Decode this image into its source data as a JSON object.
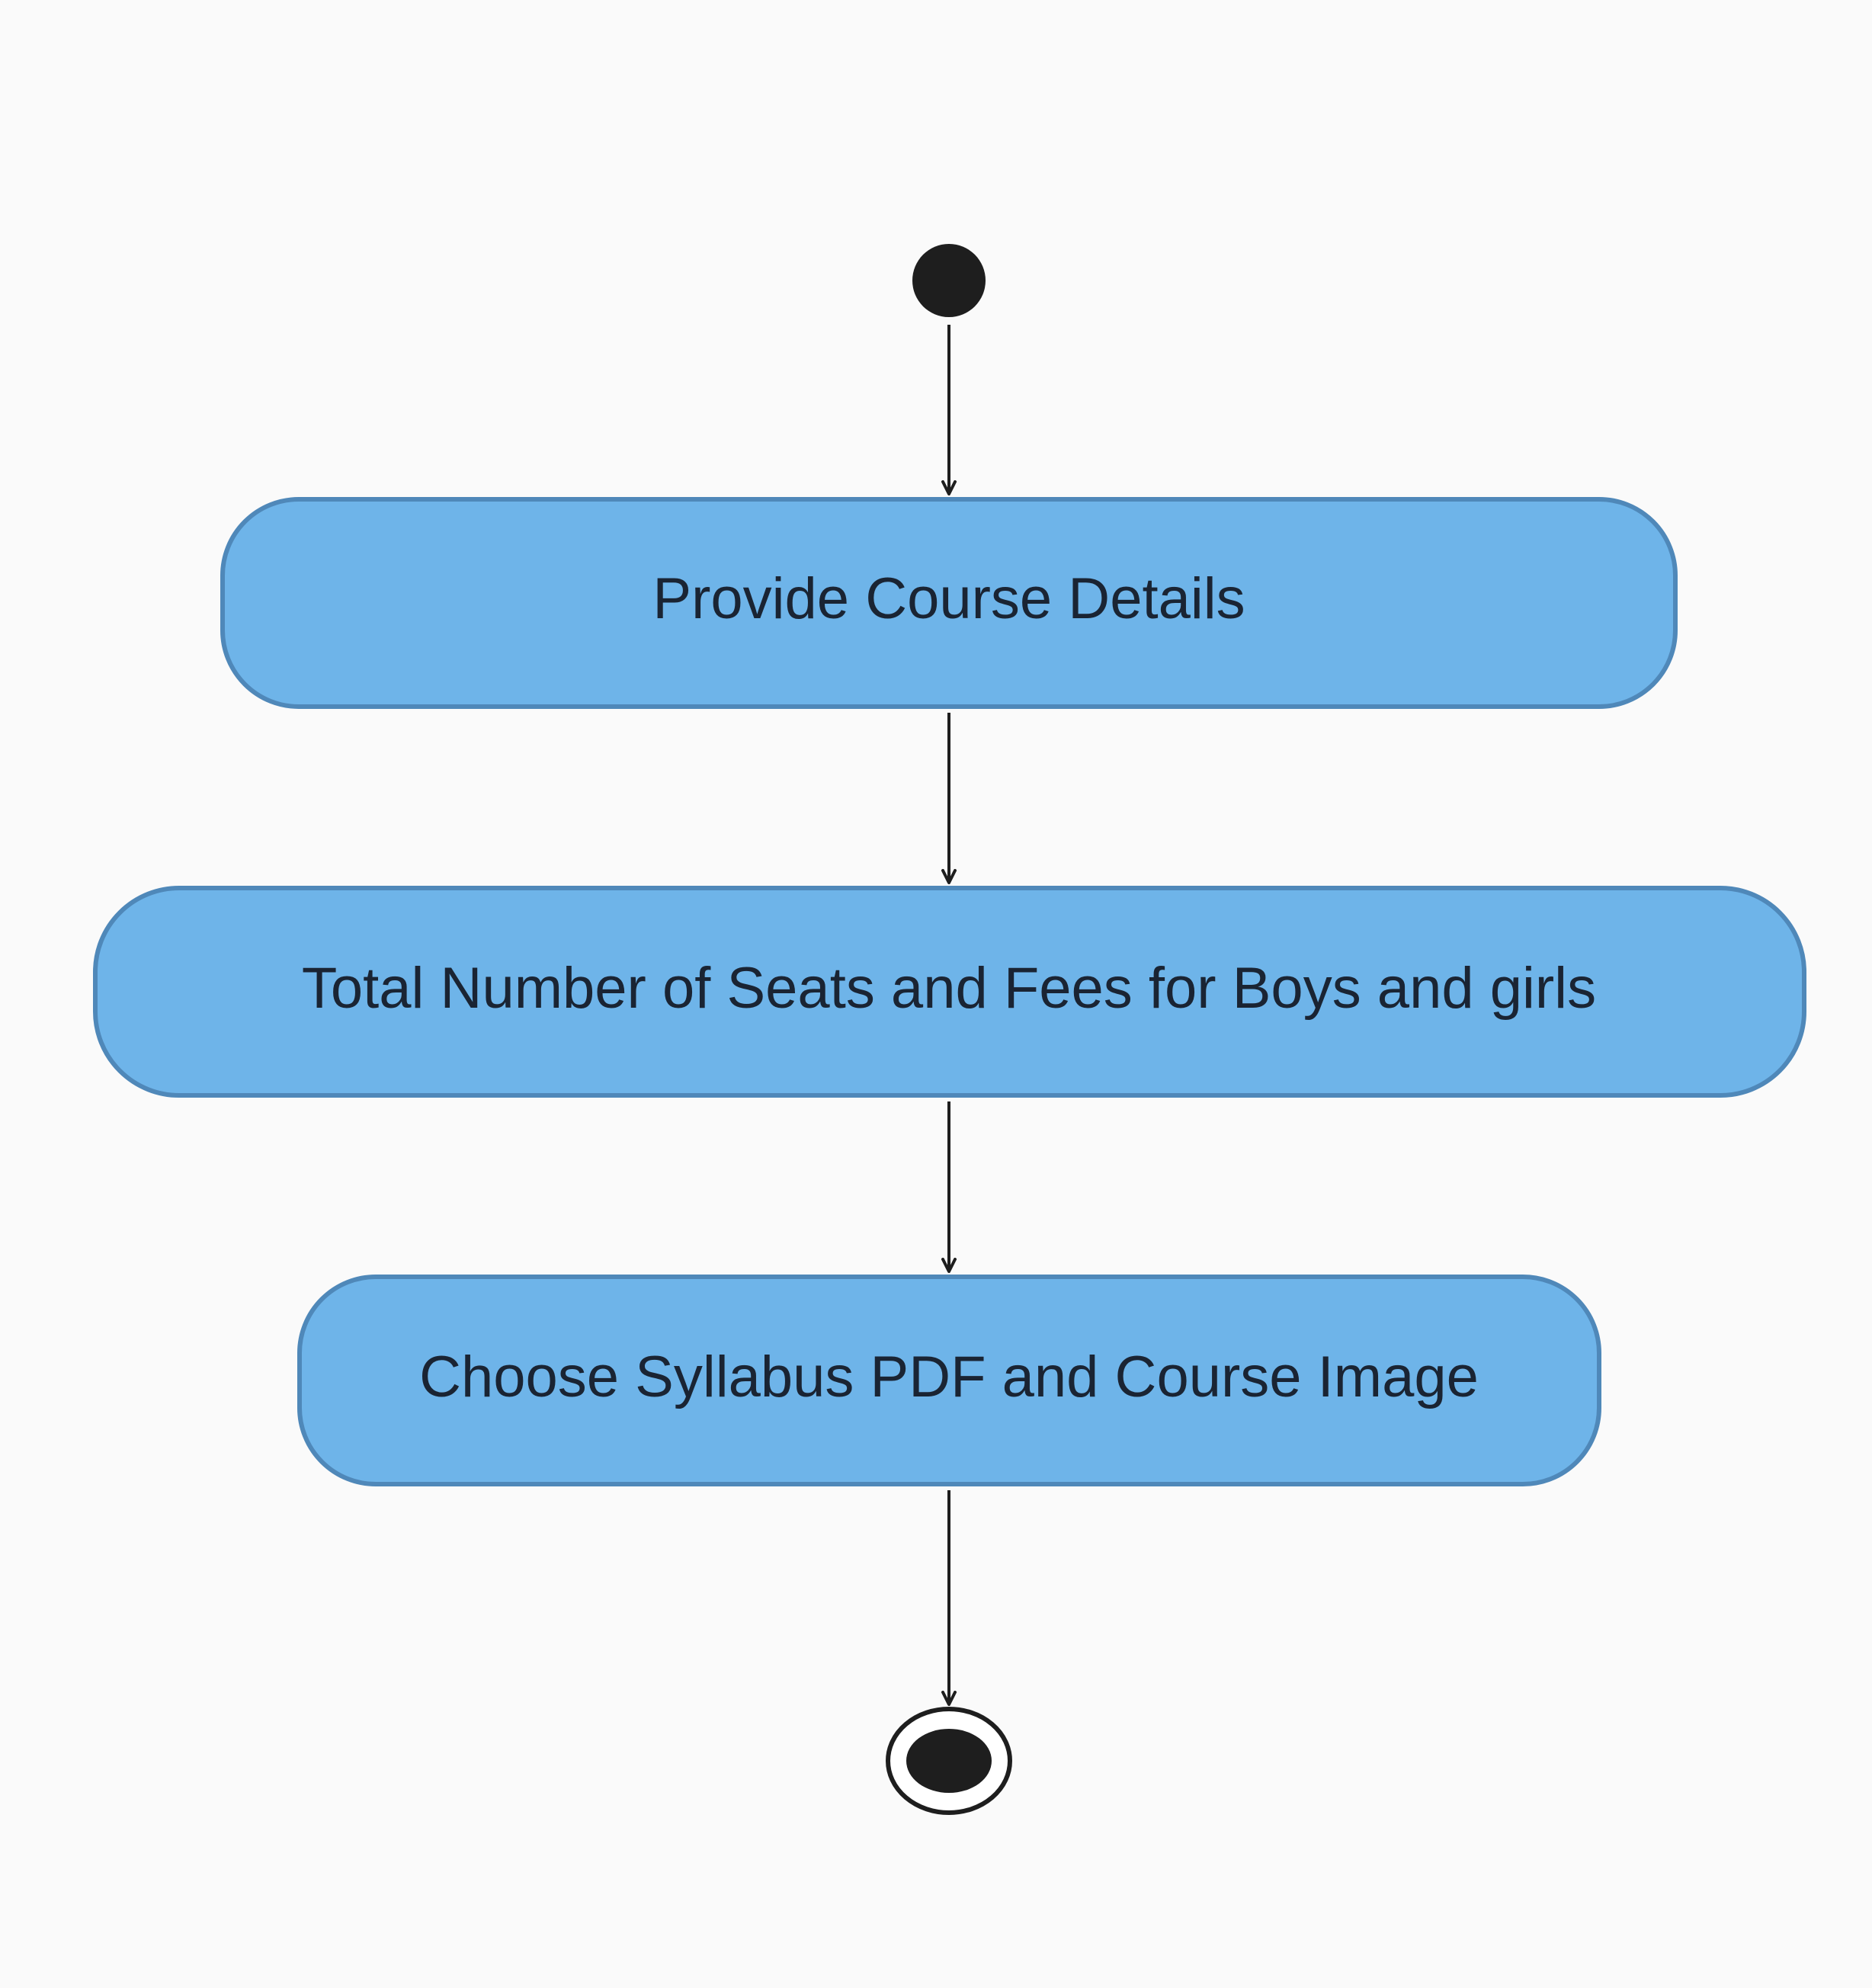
{
  "diagram": {
    "type": "uml-activity",
    "colors": {
      "background": "#fafafa",
      "node_fill": "#6eb4e9",
      "node_stroke": "#4f88b9",
      "edge": "#1e1e1e",
      "text": "#1a2433"
    },
    "nodes": [
      {
        "id": "start",
        "kind": "initial"
      },
      {
        "id": "a1",
        "kind": "action",
        "label": "Provide Course Details"
      },
      {
        "id": "a2",
        "kind": "action",
        "label": "Total Number of Seats and Fees for Boys and girls"
      },
      {
        "id": "a3",
        "kind": "action",
        "label": "Choose Syllabus PDF and Course Image"
      },
      {
        "id": "end",
        "kind": "final"
      }
    ],
    "edges": [
      {
        "from": "start",
        "to": "a1"
      },
      {
        "from": "a1",
        "to": "a2"
      },
      {
        "from": "a2",
        "to": "a3"
      },
      {
        "from": "a3",
        "to": "end"
      }
    ]
  }
}
